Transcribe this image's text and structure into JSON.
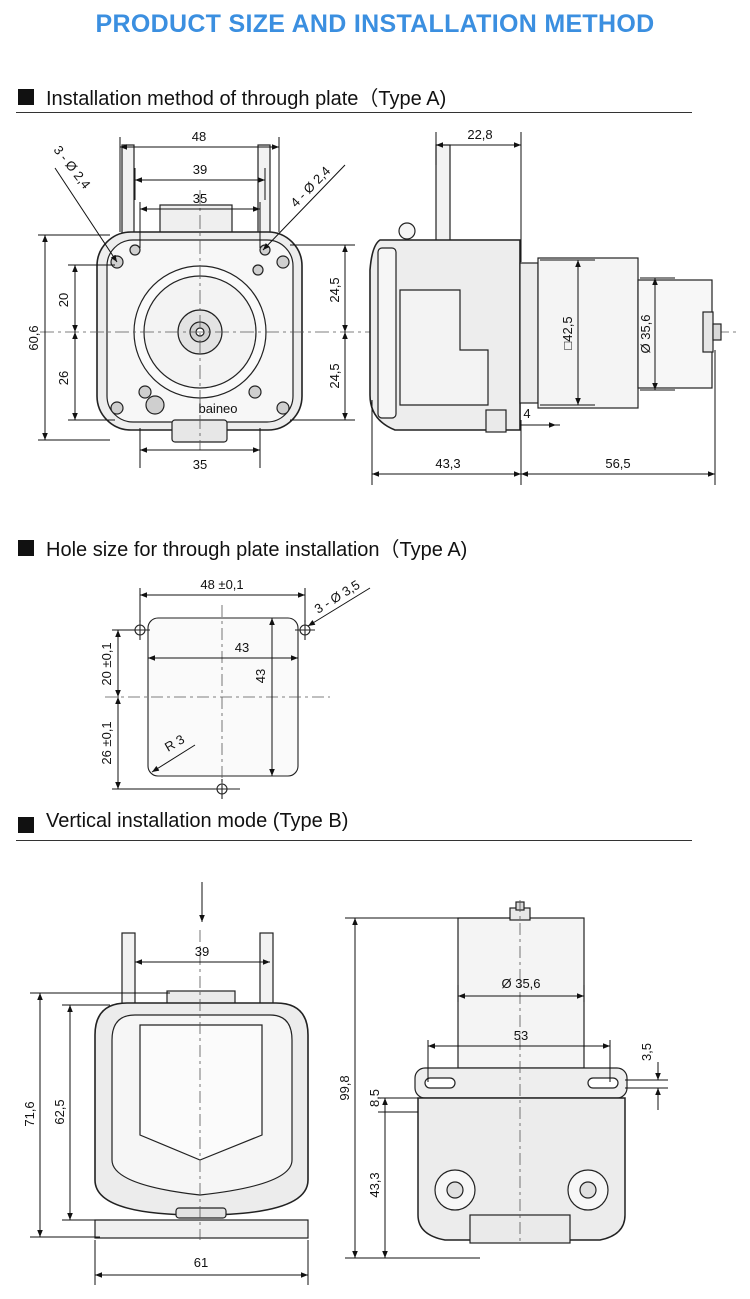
{
  "page_title": "PRODUCT SIZE AND INSTALLATION METHOD",
  "sections": [
    {
      "title": "Installation method of through plate（Type A)"
    },
    {
      "title": "Hole size for through plate installation（Type A)"
    },
    {
      "title": "Vertical installation mode (Type B)"
    }
  ],
  "dims_a_front": {
    "width_48": "48",
    "width_39": "39",
    "width_35_top": "35",
    "width_35_bottom": "35",
    "holes_3": "3 - Ø 2,4",
    "holes_4": "4 - Ø 2,4",
    "height_60_6": "60,6",
    "h20": "20",
    "h26": "26",
    "h24_5_top": "24,5",
    "h24_5_bot": "24,5"
  },
  "dims_a_side": {
    "d22_8": "22,8",
    "sq42_5": "□42,5",
    "dia35_6": "Ø 35,6",
    "d4": "4",
    "d43_3": "43,3",
    "d56_5": "56,5"
  },
  "dims_hole": {
    "w48": "48 ±0,1",
    "holes": "3 - Ø 3,5",
    "w43": "43",
    "h43": "43",
    "h20": "20 ±0,1",
    "h26": "26 ±0,1",
    "r3": "R 3"
  },
  "dims_b_front": {
    "w39": "39",
    "h71_6": "71,6",
    "h62_5": "62,5",
    "w61": "61"
  },
  "dims_b_side": {
    "dia35_6": "Ø 35,6",
    "w53": "53",
    "d3_5": "3,5",
    "d8_5": "8,5",
    "h99_8": "99,8",
    "h43_3": "43,3"
  },
  "labels": {
    "brand": "baineo"
  },
  "colors": {
    "title": "#3b8fe0",
    "line": "#222222",
    "body_fill": "#e9e9e9"
  }
}
